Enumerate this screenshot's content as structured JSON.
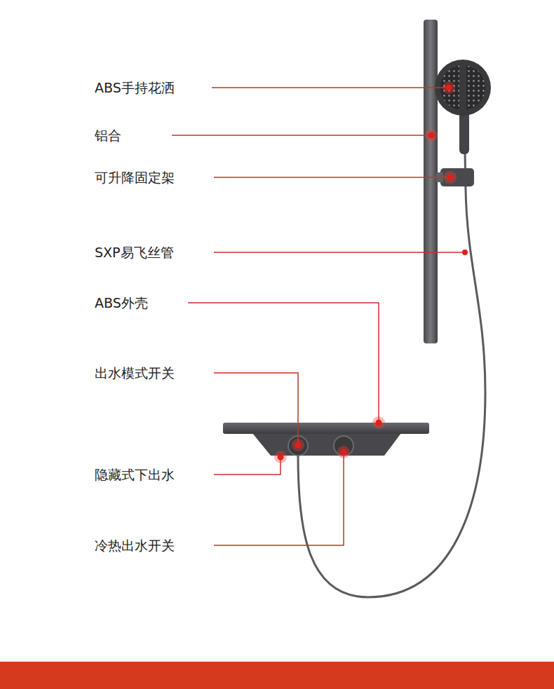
{
  "diagram": {
    "labels": [
      "ABS手持花洒",
      "铝合",
      "可升降固定架",
      "SXP易飞丝管",
      "ABS外壳",
      "出水模式开关",
      "隐藏式下出水",
      "冷热出水开关"
    ]
  }
}
